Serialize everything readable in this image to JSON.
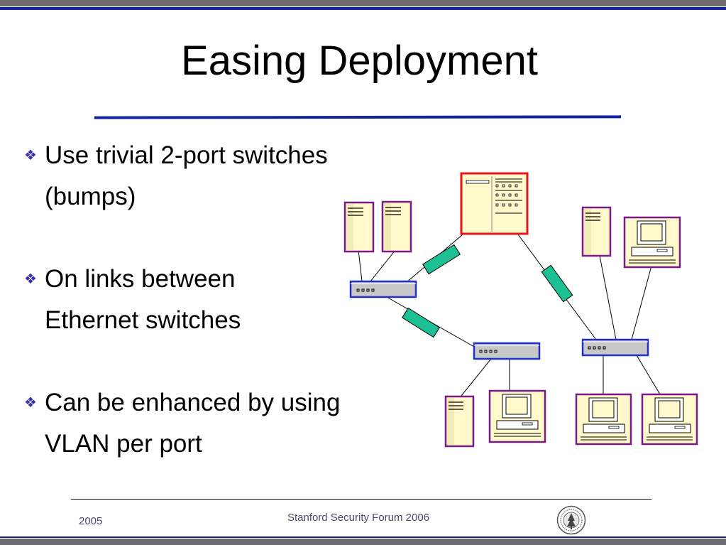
{
  "slide": {
    "title": "Easing Deployment",
    "bullets": [
      {
        "lines": [
          "Use trivial 2-port switches",
          "(bumps)"
        ]
      },
      {
        "lines": [
          "On links between",
          "Ethernet switches"
        ]
      },
      {
        "lines": [
          "Can be enhanced by using",
          "VLAN per port"
        ]
      }
    ],
    "bullet_glyph": "❖"
  },
  "footer": {
    "year": "2005",
    "center": "Stanford Security Forum 2006",
    "logo": "stanford-seal"
  },
  "colors": {
    "accent_blue": "#14249c",
    "bar_gray": "#6d6d6d",
    "bump_green": "#1dbf94",
    "device_purple": "#7a1a8a",
    "router_red": "#e3161c",
    "device_fill": "#fff9cc"
  }
}
